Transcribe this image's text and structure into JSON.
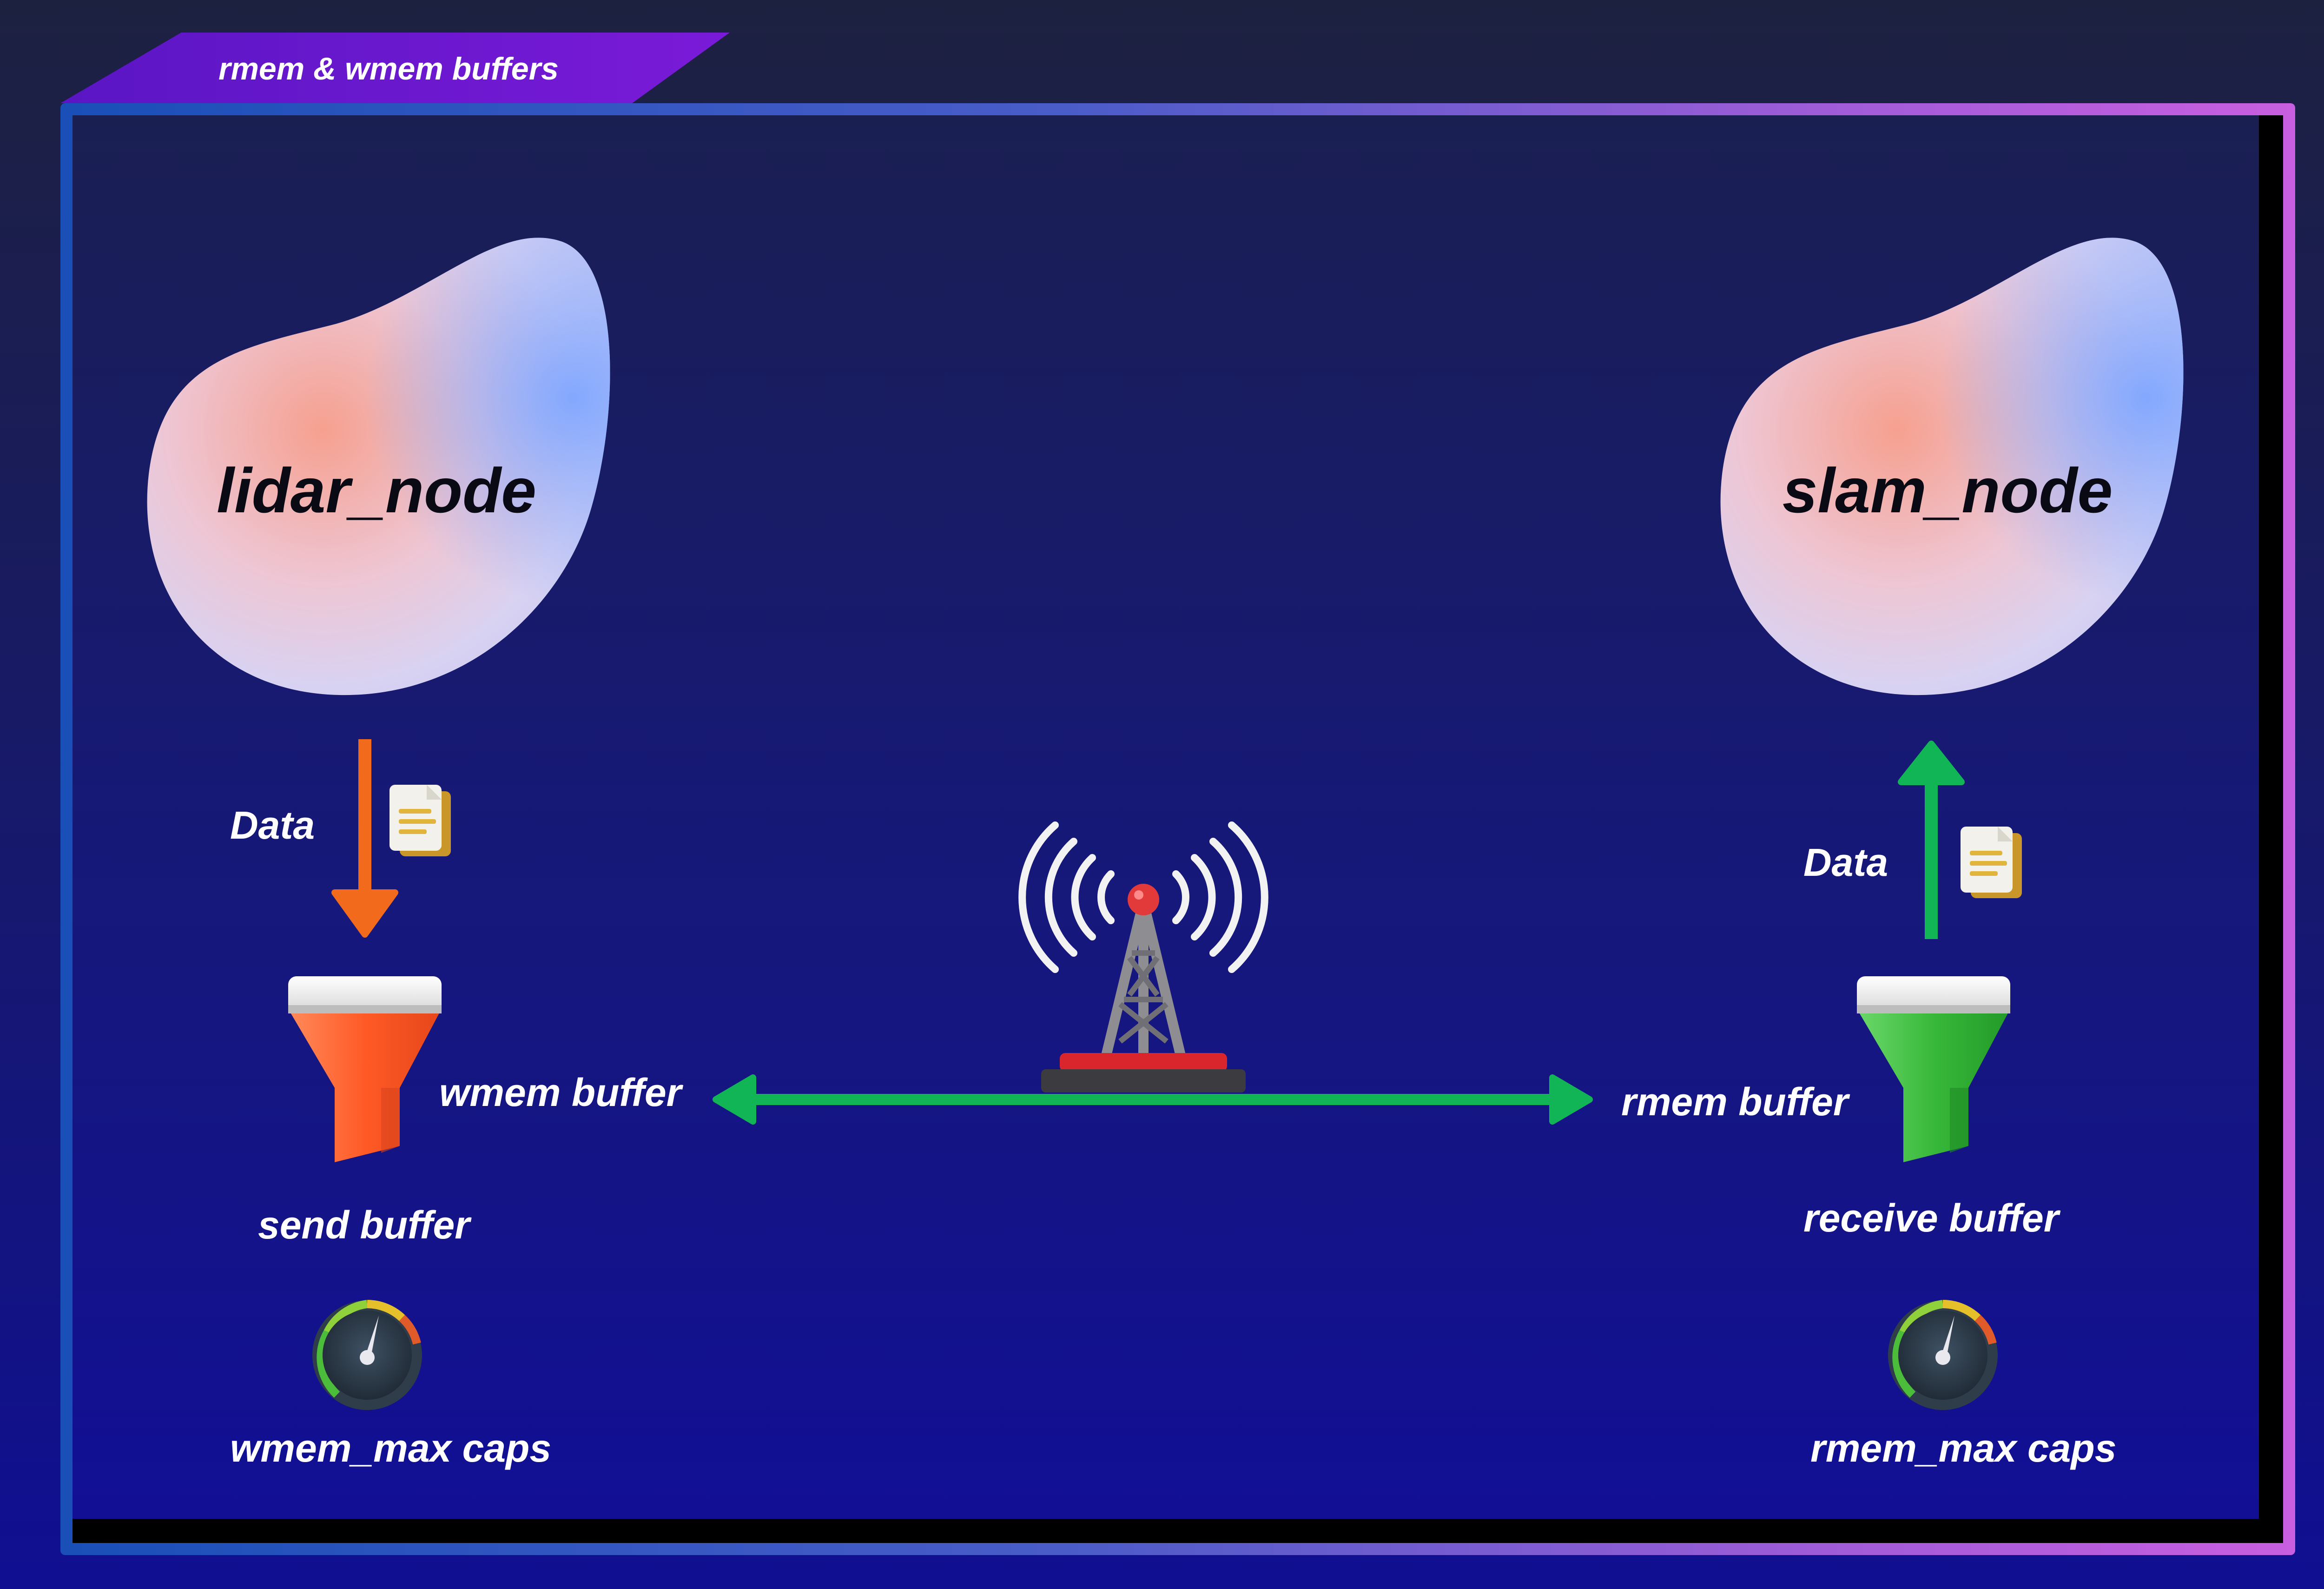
{
  "header": {
    "tab_title": "rmem & wmem buffers"
  },
  "left": {
    "node_label": "lidar_node",
    "data_label": "Data",
    "buffer_label": "wmem buffer",
    "buffer_caption": "send buffer",
    "cap_label": "wmem_max caps",
    "arrow_color": "#f26a1b",
    "funnel_color": "#ff5a26"
  },
  "right": {
    "node_label": "slam_node",
    "data_label": "Data",
    "buffer_label": "rmem buffer",
    "buffer_caption": "receive buffer",
    "cap_label": "rmem_max caps",
    "arrow_color": "#12b556",
    "funnel_color": "#38b83a"
  },
  "link": {
    "arrow_color": "#12b556"
  },
  "icons": [
    "document-icon",
    "funnel-icon",
    "gauge-icon",
    "radio-tower-icon"
  ]
}
